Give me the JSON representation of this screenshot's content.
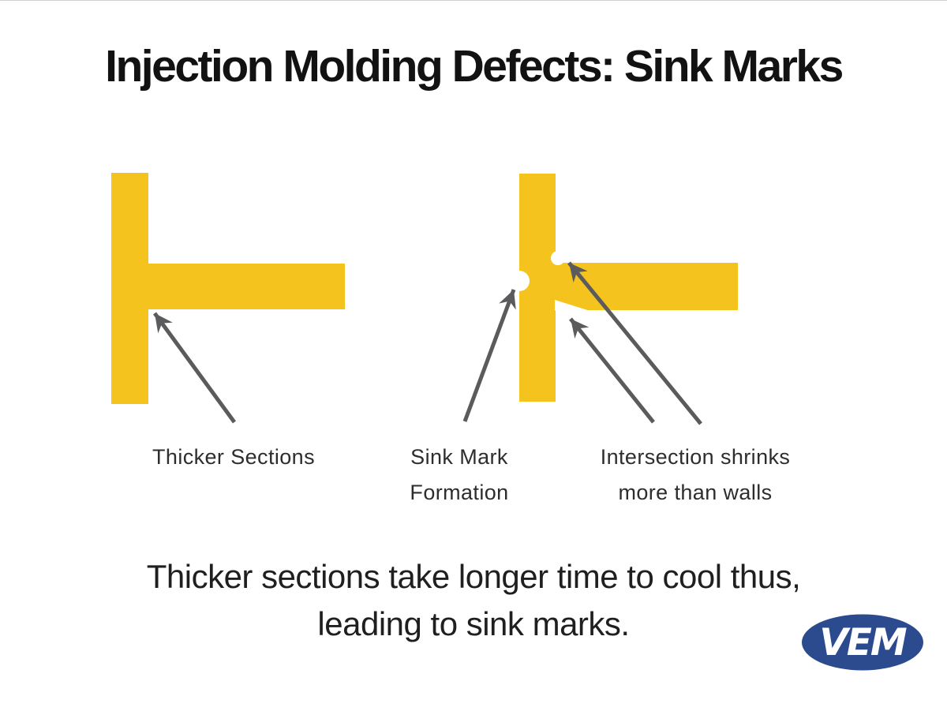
{
  "page": {
    "title": "Injection Molding Defects: Sink Marks"
  },
  "colors": {
    "yellow": "#F4C31E",
    "arrow": "#5B5B5E",
    "notch_white": "#FFFFFF",
    "title_text": "#121212",
    "label_text": "#2D2D2D",
    "caption_text": "#1F1F1F",
    "logo_blue": "#2C4A8E",
    "logo_text_color": "#FFFFFF"
  },
  "diagram": {
    "labels": {
      "thicker_sections": "Thicker Sections",
      "sink_mark_line1": "Sink Mark",
      "sink_mark_line2": "Formation",
      "intersection_line1": "Intersection shrinks",
      "intersection_line2": "more than walls"
    }
  },
  "caption": {
    "line1": "Thicker sections take longer time to cool thus,",
    "line2": "leading to sink marks."
  },
  "logo": {
    "text": "VEM"
  }
}
